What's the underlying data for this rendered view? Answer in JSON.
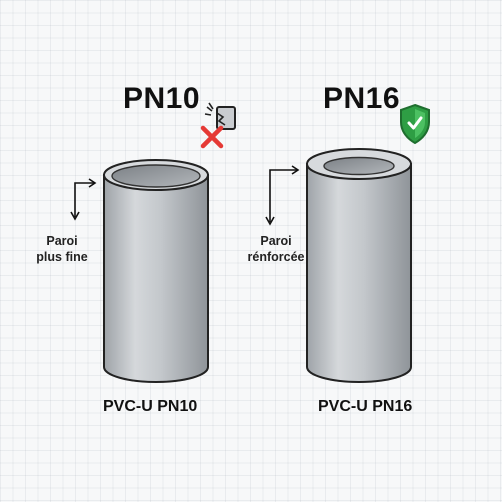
{
  "pn10": {
    "title": "PN10",
    "wall_label_line1": "Paroi",
    "wall_label_line2": "plus fine",
    "caption": "PVC-U PN10",
    "status_icon": "cross-icon"
  },
  "pn16": {
    "title": "PN16",
    "wall_label_line1": "Paroi",
    "wall_label_line2": "rénforcée",
    "caption": "PVC-U PN16",
    "status_icon": "shield-check-icon"
  },
  "colors": {
    "cross": "#e53935",
    "shield": "#2e9e44",
    "pipe_body": "#b9bdc1",
    "outline": "#222222"
  }
}
